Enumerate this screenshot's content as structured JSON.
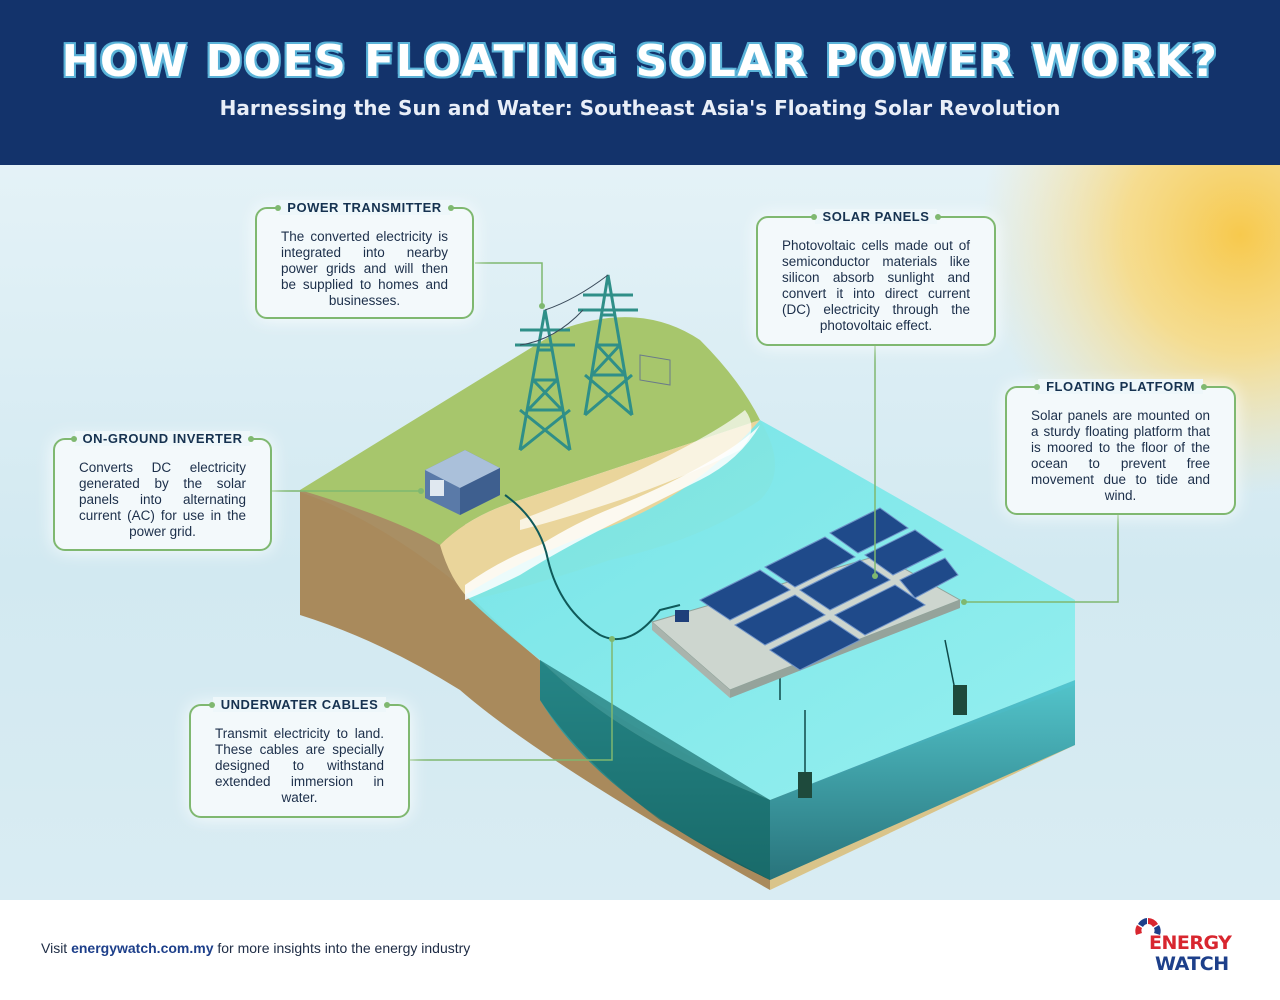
{
  "header": {
    "title": "HOW DOES FLOATING SOLAR POWER WORK?",
    "subtitle": "Harnessing the Sun and Water: Southeast Asia's Floating Solar Revolution"
  },
  "callouts": {
    "power_transmitter": {
      "title": "POWER TRANSMITTER",
      "body": "The converted electricity is integrated into nearby power grids and will then be supplied to homes and businesses."
    },
    "solar_panels": {
      "title": "SOLAR PANELS",
      "body": "Photovoltaic cells made out of semiconductor materials like silicon absorb sunlight and convert it into direct current (DC) electricity through the photovoltaic effect."
    },
    "floating_platform": {
      "title": "FLOATING PLATFORM",
      "body": "Solar panels are mounted on a sturdy floating platform that is moored to the floor of the ocean to prevent free movement due to tide and wind."
    },
    "on_ground_inverter": {
      "title": "ON-GROUND INVERTER",
      "body": "Converts DC electricity generated by the solar panels into alternating current (AC) for use in the power grid."
    },
    "underwater_cables": {
      "title": "UNDERWATER CABLES",
      "body": "Transmit electricity to land. These cables are specially designed to withstand extended immersion in water."
    }
  },
  "footer": {
    "visit_prefix": "Visit",
    "link": "energywatch.com.my",
    "visit_suffix": "for more insights into the energy industry"
  },
  "logo": {
    "line1": "ENERGY",
    "line2": "WATCH",
    "red": "#d8262f",
    "blue": "#1d3f8a"
  },
  "colors": {
    "header_bg": "#13336b",
    "callout_border": "#7fb870",
    "water": "#5fd8df",
    "grass": "#a9c46c",
    "sand": "#e8d49a",
    "panel": "#1f4a8a"
  }
}
